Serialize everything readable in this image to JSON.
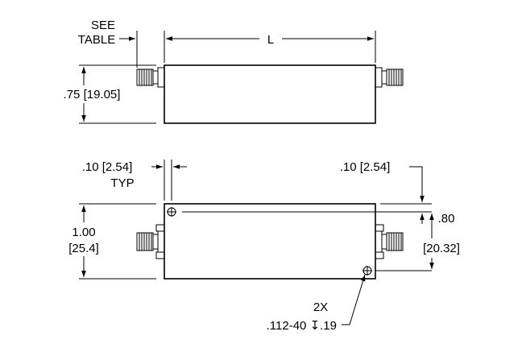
{
  "labels": {
    "see": "SEE",
    "table": "TABLE",
    "length": "L",
    "height_top": ".75 [19.05]",
    "offset_left": ".10 [2.54]",
    "typ": "TYP",
    "offset_right": ".10 [2.54]",
    "width_in": "1.00",
    "width_mm": "[25.4]",
    "hole_span_in": ".80",
    "hole_span_mm": "[20.32]",
    "holes_count": "2X",
    "thread_spec": ".112-40 ",
    "depth_symbol": "↧",
    "thread_depth": ".19"
  }
}
